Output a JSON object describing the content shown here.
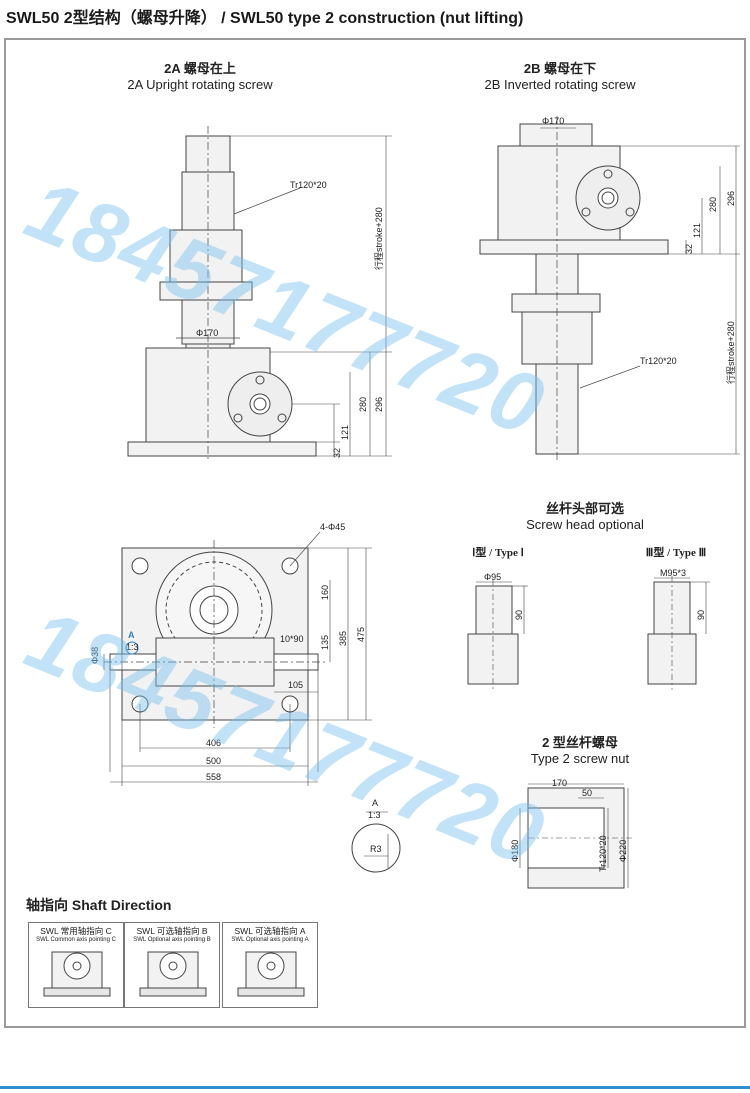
{
  "page_title": "SWL50 2型结构（螺母升降） / SWL50 type 2 construction (nut lifting)",
  "view_2a": {
    "title_cn": "2A 螺母在上",
    "title_en": "2A Upright rotating screw"
  },
  "view_2b": {
    "title_cn": "2B 螺母在下",
    "title_en": "2B Inverted rotating screw"
  },
  "screw_head": {
    "title_cn": "丝杆头部可选",
    "title_en": "Screw head optional",
    "type1": "Ⅰ型 / Type Ⅰ",
    "type3": "Ⅲ型 / Type Ⅲ"
  },
  "nut": {
    "title_cn": "2 型丝杆螺母",
    "title_en": "Type 2 screw nut"
  },
  "shaft": {
    "title": "轴指向 Shaft Direction",
    "boxes": [
      {
        "cn": "SWL 常用轴指向 C",
        "en": "SWL Common axis pointing C"
      },
      {
        "cn": "SWL 可选轴指向 B",
        "en": "SWL Optional axis pointing B"
      },
      {
        "cn": "SWL 可选轴指向 A",
        "en": "SWL Optional axis pointing A"
      }
    ]
  },
  "dims": {
    "tr": "Tr120*20",
    "d170": "Φ170",
    "stroke": "行程stroke+280",
    "d280": "280",
    "d296": "296",
    "d121": "121",
    "d32": "32",
    "holes": "4-Φ45",
    "d160": "160",
    "d135": "135",
    "d385": "385",
    "d475": "475",
    "key": "10*90",
    "d105": "105",
    "d406": "406",
    "d500": "500",
    "d558": "558",
    "d38": "Φ38",
    "a": "A",
    "scale": "1:3",
    "r3": "R3",
    "d95": "Φ95",
    "m95": "M95*3",
    "d90": "90",
    "n170": "170",
    "n50": "50",
    "n180": "Φ180",
    "n220": "Φ220",
    "ntr": "Tr120*20"
  },
  "watermark": "18457177720"
}
